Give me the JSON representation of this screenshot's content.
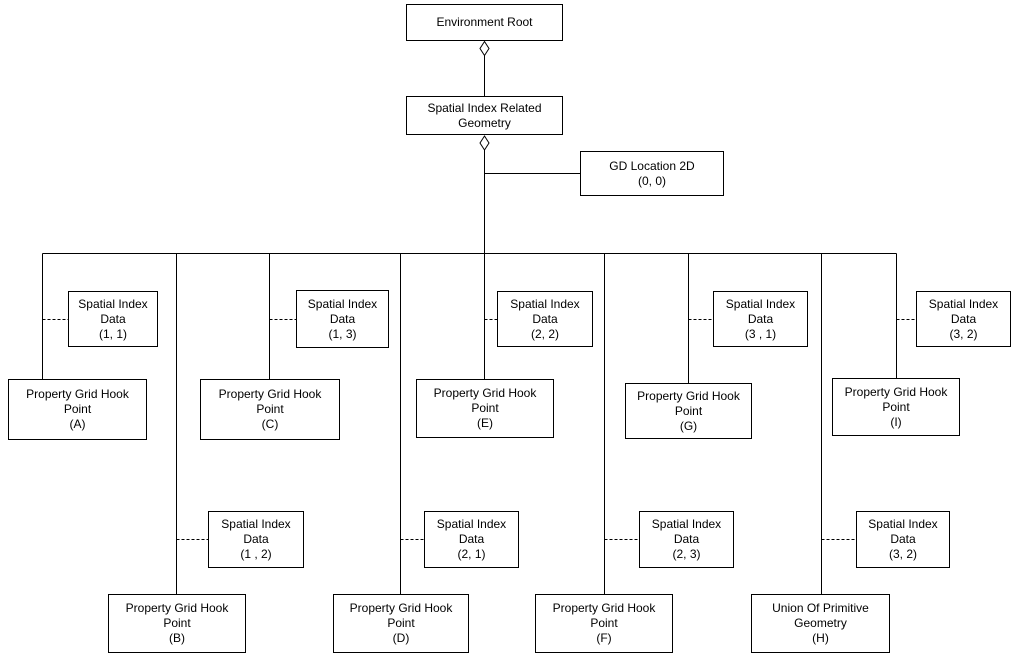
{
  "diagram": {
    "description": "Spatial index aggregation tree diagram",
    "colors": {
      "line": "#000000",
      "background": "#ffffff",
      "text": "#000000"
    },
    "root": {
      "lines": [
        "Environment Root"
      ]
    },
    "spatial_index_related_geometry": {
      "lines": [
        "Spatial Index Related",
        "Geometry"
      ]
    },
    "gd_location_2d": {
      "lines": [
        "GD Location 2D",
        "(0, 0)"
      ]
    },
    "spatial_index_data": {
      "d11": {
        "lines": [
          "Spatial Index",
          "Data",
          "(1, 1)"
        ]
      },
      "d13": {
        "lines": [
          "Spatial Index",
          "Data",
          "(1, 3)"
        ]
      },
      "d22": {
        "lines": [
          "Spatial Index",
          "Data",
          "(2, 2)"
        ]
      },
      "d31": {
        "lines": [
          "Spatial Index",
          "Data",
          "(3 , 1)"
        ]
      },
      "d32_upper": {
        "lines": [
          "Spatial Index",
          "Data",
          "(3, 2)"
        ]
      },
      "d12": {
        "lines": [
          "Spatial Index",
          "Data",
          "(1 , 2)"
        ]
      },
      "d21": {
        "lines": [
          "Spatial Index",
          "Data",
          "(2, 1)"
        ]
      },
      "d23": {
        "lines": [
          "Spatial Index",
          "Data",
          "(2, 3)"
        ]
      },
      "d32_lower": {
        "lines": [
          "Spatial Index",
          "Data",
          "(3, 2)"
        ]
      }
    },
    "hook_points": {
      "a": {
        "lines": [
          "Property Grid Hook",
          "Point",
          "(A)"
        ]
      },
      "b": {
        "lines": [
          "Property Grid Hook",
          "Point",
          "(B)"
        ]
      },
      "c": {
        "lines": [
          "Property Grid Hook",
          "Point",
          "(C)"
        ]
      },
      "d": {
        "lines": [
          "Property Grid Hook",
          "Point",
          "(D)"
        ]
      },
      "e": {
        "lines": [
          "Property Grid Hook",
          "Point",
          "(E)"
        ]
      },
      "f": {
        "lines": [
          "Property Grid Hook",
          "Point",
          "(F)"
        ]
      },
      "g": {
        "lines": [
          "Property Grid Hook",
          "Point",
          "(G)"
        ]
      },
      "i": {
        "lines": [
          "Property Grid Hook",
          "Point",
          "(I)"
        ]
      }
    },
    "union_of_primitive_geometry": {
      "lines": [
        "Union Of Primitive",
        "Geometry",
        "(H)"
      ]
    }
  }
}
